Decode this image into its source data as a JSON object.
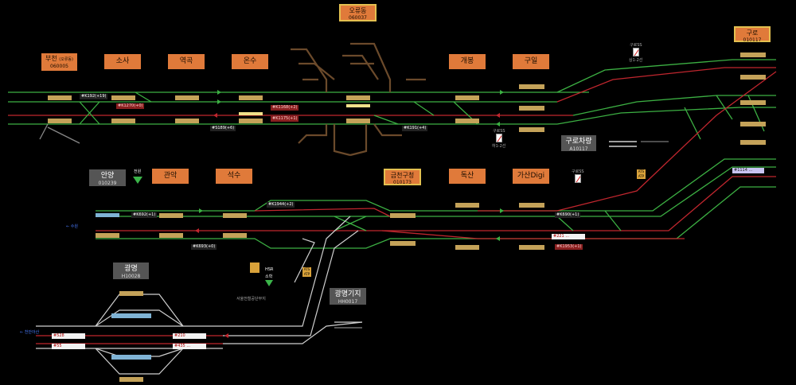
{
  "stations": {
    "bucheon": {
      "name": "부천",
      "alt": "(오류동)",
      "code": "060005"
    },
    "sosa": "소사",
    "yeokgok": "역곡",
    "onsu": "온수",
    "oryudong": {
      "name": "오류동",
      "code": "060037"
    },
    "gaebong": "개봉",
    "guil": "구일",
    "guro": {
      "name": "구로",
      "code": "010117"
    },
    "anyang": {
      "name": "안양",
      "code": "010239"
    },
    "gwanak": "관악",
    "seoksu": "석수",
    "geumcheon": {
      "name": "금천구청",
      "code": "010173"
    },
    "doksan": "독산",
    "gasan": "가산Digi",
    "gurodepot": {
      "name": "구로차량",
      "code": "A10117"
    },
    "gwangmyeong": {
      "name": "광명",
      "code": "H10028"
    },
    "gwangmyeongdepot": {
      "name": "광명기지",
      "code": "HH0017"
    }
  },
  "train_tags": {
    "k192": "#K192(+19)",
    "k1270": "#K1270(+0)",
    "s189": "#S189(+6)",
    "k1168": "#K1168(+2)",
    "k1175": "#K1175(+1)",
    "k191": "#K191(+4)",
    "k692": "#K692(+1)",
    "k1944": "#K1944(+2)",
    "k693": "#K693(+0)",
    "k690": "#K690(+1)",
    "t221": "#221 ...",
    "k1953": "#K1953(+1)",
    "t1114": "#1114 ...",
    "r528": "#528",
    "r55": "#55",
    "r210": "#210",
    "r435": "#435 ..."
  },
  "signals": {
    "guro_ss_top": {
      "title": "구로SS",
      "sub": "상1-2선"
    },
    "guro_ss_mid": {
      "title": "구로SS",
      "sub": "하1-2선"
    },
    "guro_ss_low": {
      "title": "구로SS"
    },
    "anyang_marker": "전원",
    "hsr": "HSR",
    "hsr_sub": "소학",
    "depot_note": "서울전철공단부지",
    "ats": "ATS",
    "atp": "ATP"
  },
  "directions": {
    "suwon": "← 수원",
    "cheonan": "← 천안아산"
  },
  "colors": {
    "green": "#3cb043",
    "red": "#c0262e",
    "white": "#cfcfcf",
    "brown": "#6b4a2b",
    "station_orange": "#e07a3a",
    "platform": "#c4a259"
  }
}
